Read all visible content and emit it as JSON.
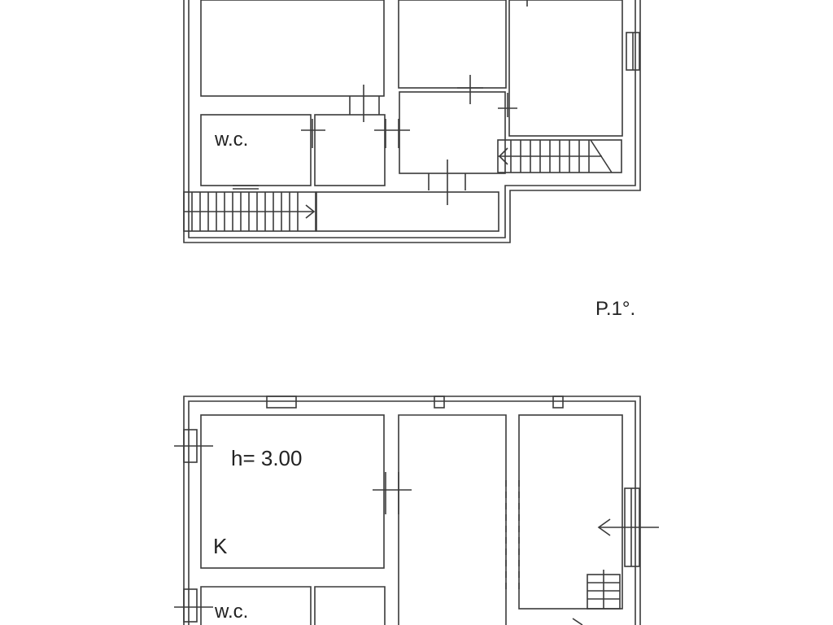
{
  "upper_plan": {
    "room_label_wc": "w.c."
  },
  "floor_label": "P.1°.",
  "lower_plan": {
    "height_label": "h= 3.00",
    "kitchen_label": "K",
    "room_label_wc": "w.c."
  },
  "colors": {
    "line": "#3a3a3a",
    "background": "#ffffff"
  }
}
